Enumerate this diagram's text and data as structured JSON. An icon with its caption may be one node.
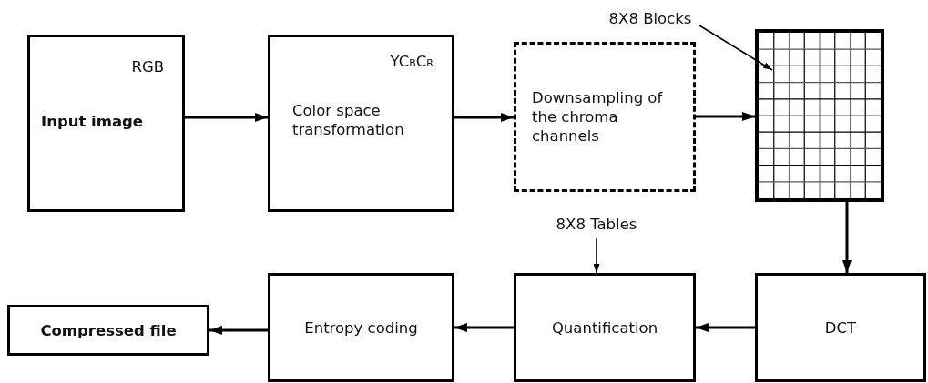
{
  "diagram": {
    "nodes": [
      {
        "text": [
          "RGB",
          "Input image"
        ]
      },
      {
        "text": [
          "YC$_{B}$C$_{R}$",
          "Color space transformation"
        ]
      },
      {
        "text": [
          "Downsampling of the chroma channels"
        ]
      },
      {
        "text": [],
        "shape": "grid"
      },
      {
        "text": [
          "DCT"
        ]
      },
      {
        "text": [
          "Quantification"
        ]
      },
      {
        "text": [
          "Entropy coding"
        ]
      },
      {
        "text": [
          "Compressed file"
        ]
      },
      {
        "text": [
          "8X8 Tables"
        ]
      },
      {
        "text": [
          "8X8 Blocks"
        ]
      }
    ],
    "edges": [
      {
        "from": 0,
        "to": 1,
        "arrow": "to"
      },
      {
        "from": 1,
        "to": 2,
        "arrow": "to"
      },
      {
        "from": 2,
        "to": 3,
        "arrow": "to"
      },
      {
        "from": 3,
        "to": 4,
        "arrow": "to"
      },
      {
        "from": 4,
        "to": 5,
        "arrow": "to"
      },
      {
        "from": 5,
        "to": 6,
        "arrow": "to"
      },
      {
        "from": 6,
        "to": 7,
        "arrow": "to"
      },
      {
        "from": 8,
        "to": 5,
        "arrow": "to"
      },
      {
        "from": 9,
        "to": 3,
        "arrow": "to"
      }
    ]
  }
}
